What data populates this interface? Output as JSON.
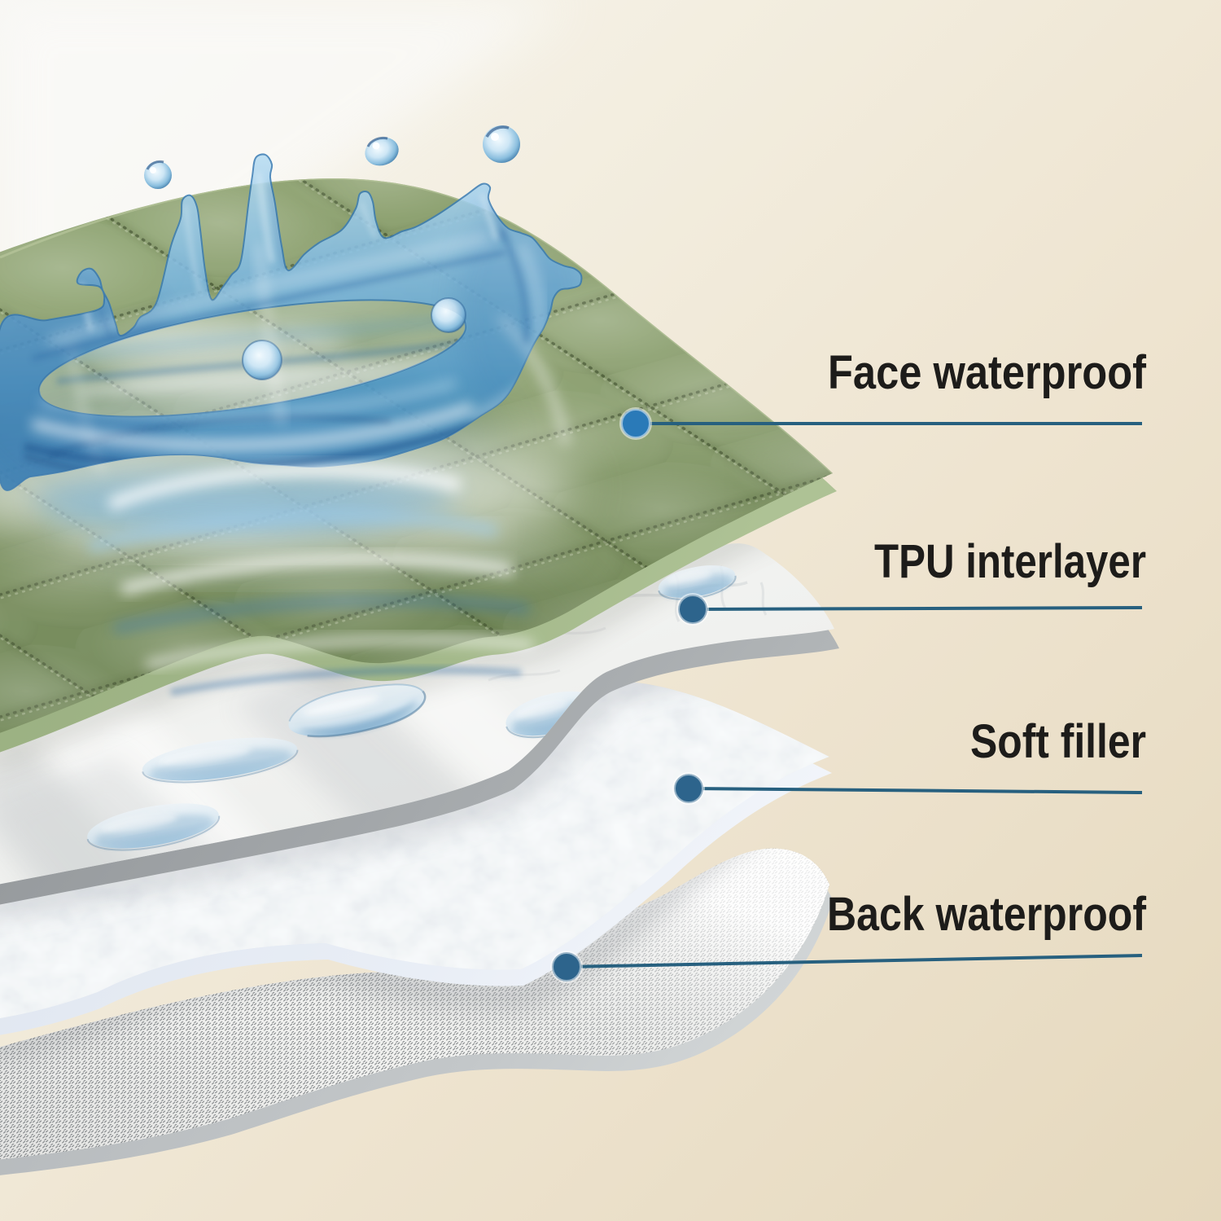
{
  "figure": {
    "type": "product-layer-diagram",
    "description": "Exploded view of a 4-layer waterproof quilted pad with a water splash crown on the top fabric layer",
    "background": "cream gradient"
  },
  "callouts": [
    {
      "label": "Face waterproof",
      "layer": "quilted green fabric top layer with water splash"
    },
    {
      "label": "TPU interlayer",
      "layer": "white glossy TPU film with water beads"
    },
    {
      "label": "Soft filler",
      "layer": "white fluffy padding layer"
    },
    {
      "label": "Back waterproof",
      "layer": "grey woven non-slip backing layer"
    }
  ],
  "palette": {
    "background_top": "#f7f5f0",
    "background_bottom": "#e5d8bd",
    "label_text": "#1d1c1a",
    "callout_line": "#27607f",
    "callout_dot": "#2d648c",
    "face_dot": "#2a7ab8",
    "fabric_green": "#8ba273",
    "fabric_edge": "#b3c39a",
    "tpu_white": "#ededeb",
    "tpu_edge": "#9b9fa2",
    "filler_white": "#f7f9fb",
    "filler_edge": "#e2e9f2",
    "back_grey": "#f0f1ef",
    "back_edge": "#b5b8b9",
    "water_blue": "#3d89c4"
  }
}
